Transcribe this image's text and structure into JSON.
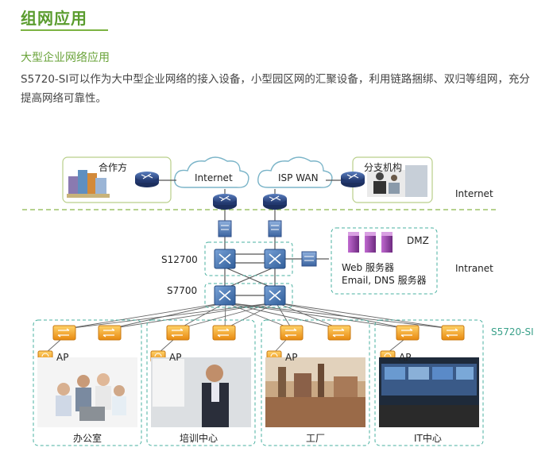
{
  "header": {
    "title": "组网应用",
    "subtitle": "大型企业网络应用",
    "paragraph": "S5720-SI可以作为大中型企业网络的接入设备，小型园区网的汇聚设备，利用链路捆绑、双归等组网，充分提高网络可靠性。"
  },
  "diagram": {
    "partner": "合作方",
    "branch": "分支机构",
    "internet_cloud": "Internet",
    "isp_cloud": "ISP WAN",
    "zone_internet": "Internet",
    "zone_intranet": "Intranet",
    "core_label": "S12700",
    "agg_label": "S7700",
    "access_label": "S5720-SI",
    "dmz": {
      "title": "DMZ",
      "line1": "Web 服务器",
      "line2": "Email, DNS 服务器"
    },
    "sites": [
      {
        "ap": "AP",
        "name": "办公室"
      },
      {
        "ap": "AP",
        "name": "培训中心"
      },
      {
        "ap": "AP",
        "name": "工厂"
      },
      {
        "ap": "AP",
        "name": "IT中心"
      }
    ]
  },
  "colors": {
    "title_green": "#5a9c2e",
    "accent_teal": "#3aa18a",
    "router_blue": "#2f4f8a",
    "switch_blue": "#4a7ab5",
    "switch_orange": "#f0a020",
    "server_purple": "#8a3a9a"
  }
}
